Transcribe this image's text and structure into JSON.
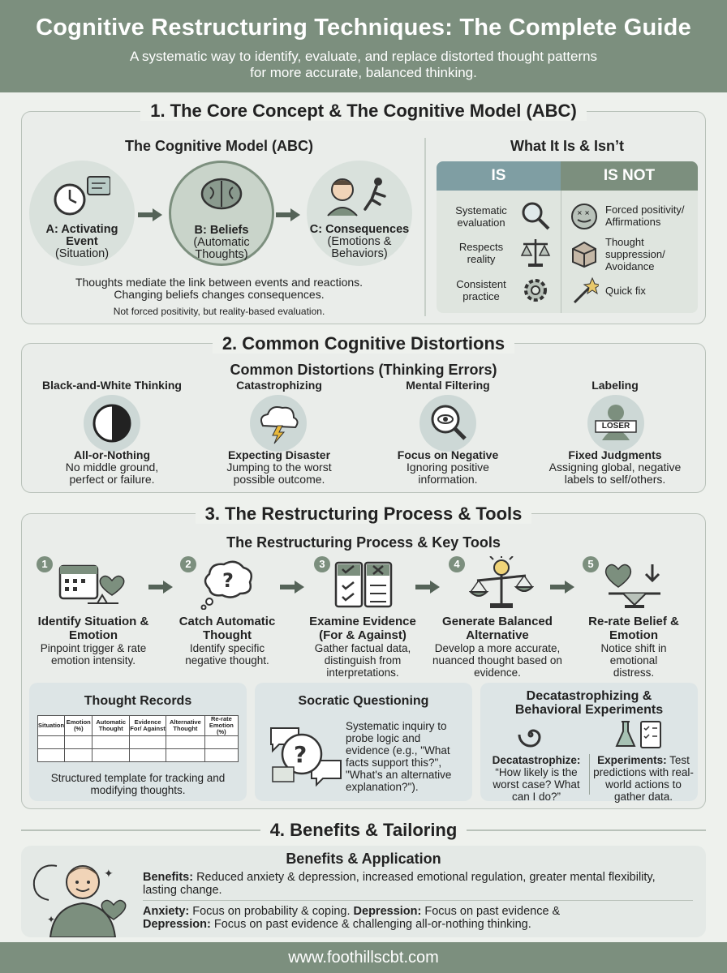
{
  "header": {
    "title": "Cognitive Restructuring Techniques: The Complete Guide",
    "subtitle_line1": "A systematic way to identify, evaluate, and replace distorted thought patterns",
    "subtitle_line2": "for more accurate, balanced thinking."
  },
  "section1": {
    "title": "1. The Core Concept & The Cognitive Model (ABC)",
    "model_title": "The Cognitive Model (ABC)",
    "a_title": "A: Activating Event",
    "a_sub": "(Situation)",
    "b_title": "B: Beliefs",
    "b_sub": "(Automatic Thoughts)",
    "c_title": "C: Consequences",
    "c_sub": "(Emotions & Behaviors)",
    "caption1": "Thoughts mediate the link between events and reactions.",
    "caption2": "Changing beliefs changes consequences.",
    "caption3": "Not forced positivity, but reality-based evaluation.",
    "what_title": "What It Is & Isn’t",
    "is_label": "IS",
    "isnot_label": "IS NOT",
    "is_items": [
      "Systematic evaluation",
      "Respects reality",
      "Consistent practice"
    ],
    "isnot_items": [
      "Forced positivity/ Affirmations",
      "Thought suppression/ Avoidance",
      "Quick fix"
    ]
  },
  "section2": {
    "title": "2. Common Cognitive Distortions",
    "panel_title": "Common Distortions (Thinking Errors)",
    "items": [
      {
        "name": "Black-and-White Thinking",
        "label": "All-or-Nothing",
        "desc": "No middle ground, perfect or failure."
      },
      {
        "name": "Catastrophizing",
        "label": "Expecting Disaster",
        "desc": "Jumping to the worst possible outcome."
      },
      {
        "name": "Mental Filtering",
        "label": "Focus on Negative",
        "desc": "Ignoring positive information."
      },
      {
        "name": "Labeling",
        "label": "Fixed Judgments",
        "desc": "Assigning global, negative labels to self/others.",
        "tag": "LOSER"
      }
    ]
  },
  "section3": {
    "title": "3. The Restructuring Process & Tools",
    "panel_title": "The Restructuring Process & Key Tools",
    "steps": [
      {
        "num": "1",
        "title": "Identify Situation & Emotion",
        "desc": "Pinpoint trigger & rate emotion intensity."
      },
      {
        "num": "2",
        "title": "Catch Automatic Thought",
        "desc": "Identify specific negative thought."
      },
      {
        "num": "3",
        "title": "Examine Evidence (For & Against)",
        "desc": "Gather factual data, distinguish from interpretations."
      },
      {
        "num": "4",
        "title": "Generate Balanced Alternative",
        "desc": "Develop a more accurate, nuanced thought based on evidence."
      },
      {
        "num": "5",
        "title": "Re-rate Belief & Emotion",
        "desc": "Notice shift in emotional distress."
      }
    ],
    "tools": {
      "records_title": "Thought Records",
      "records_columns": [
        "Situation",
        "Emotion (%)",
        "Automatic Thought",
        "Evidence For/ Against",
        "Alternative Thought",
        "Re-rate Emotion (%)"
      ],
      "records_desc": "Structured template for tracking and modifying thoughts.",
      "socratic_title": "Socratic Questioning",
      "socratic_desc": "Systematic inquiry to probe logic and evidence (e.g., \"What facts support this?\", \"What's an alternative explanation?\").",
      "decat_title": "Decatastrophizing & Behavioral Experiments",
      "decat_label": "Decatastrophize:",
      "decat_text": "“How likely is the worst case? What can I do?”",
      "exp_label": "Experiments:",
      "exp_text": "Test predictions with real-world actions to gather data."
    }
  },
  "section4": {
    "title": "4. Benefits & Tailoring",
    "panel_title": "Benefits & Application",
    "benefits_label": "Benefits:",
    "benefits_text": "Reduced anxiety & depression, increased emotional regulation, greater mental flexibility, lasting change.",
    "anxiety_label": "Anxiety:",
    "anxiety_text": "Focus on probability & coping.",
    "depression_label": "Depression:",
    "depression_text": "Focus on past evidence &",
    "depression_label2": "Depression:",
    "depression_text2": "Focus on past evidence & challenging all-or-nothing thinking."
  },
  "footer": {
    "url": "www.foothillscbt.com"
  },
  "colors": {
    "header": "#7c8f7e",
    "is_head": "#7f9ea3",
    "isnot_head": "#7c8f7e",
    "panel": "#eaedea",
    "accent": "#7c8f7e"
  }
}
